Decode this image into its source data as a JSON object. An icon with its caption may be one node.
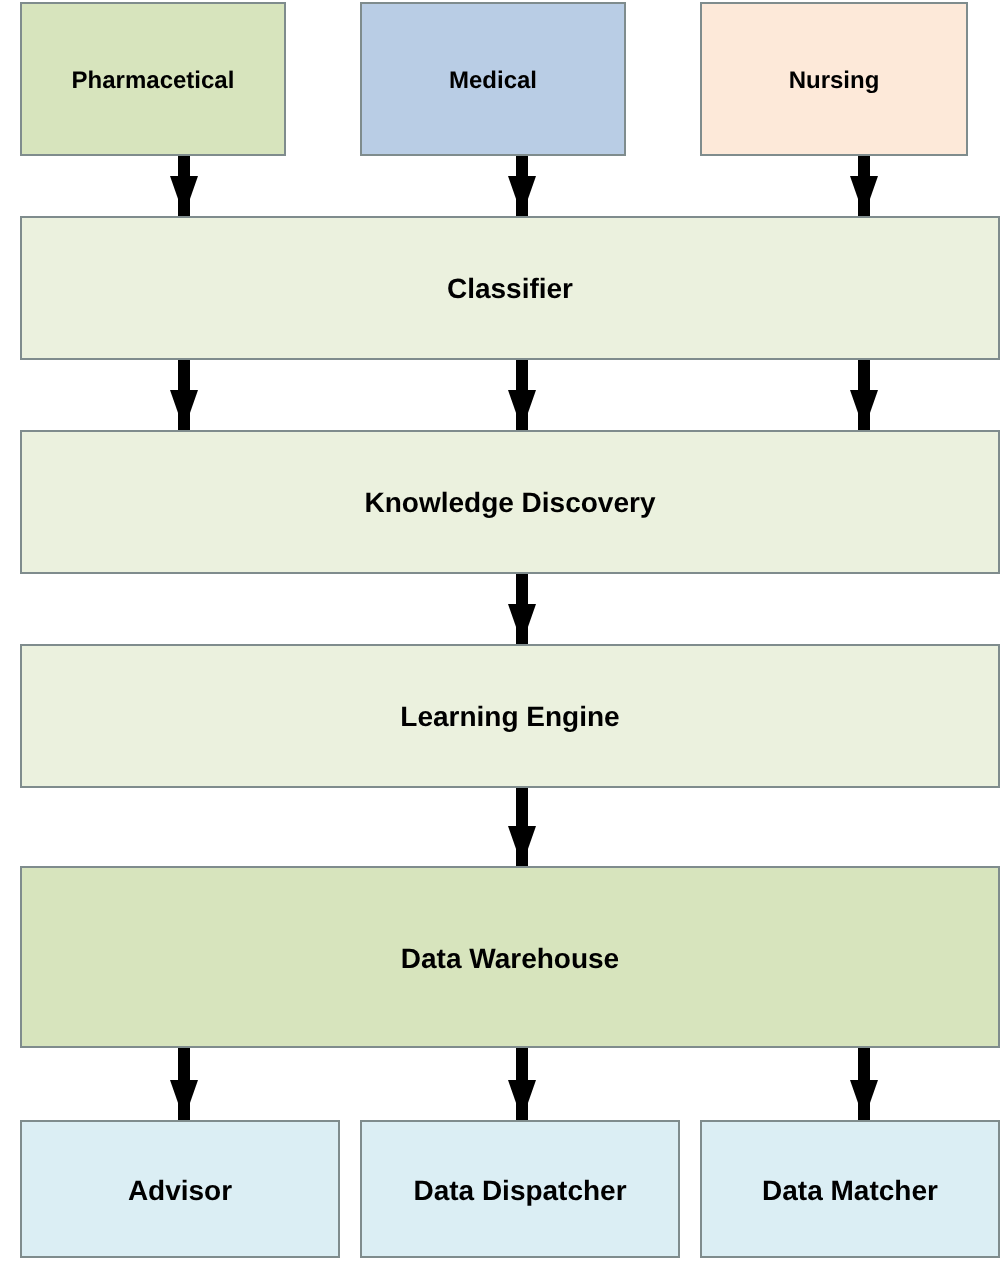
{
  "diagram": {
    "nodes": [
      {
        "text": [
          "Pharmacetical"
        ]
      },
      {
        "text": [
          "Medical"
        ]
      },
      {
        "text": [
          "Nursing"
        ]
      },
      {
        "text": [
          "Classifier"
        ]
      },
      {
        "text": [
          "Knowledge Discovery"
        ]
      },
      {
        "text": [
          "Learning Engine"
        ]
      },
      {
        "text": [
          "Data Warehouse"
        ]
      },
      {
        "text": [
          "Advisor"
        ]
      },
      {
        "text": [
          "Data Dispatcher"
        ]
      },
      {
        "text": [
          "Data Matcher"
        ]
      }
    ],
    "edges": [
      {
        "from": 0,
        "to": 3,
        "arrow": "to"
      },
      {
        "from": 1,
        "to": 3,
        "arrow": "to"
      },
      {
        "from": 2,
        "to": 3,
        "arrow": "to"
      },
      {
        "from": 3,
        "to": 4,
        "arrow": "to"
      },
      {
        "from": 3,
        "to": 4,
        "arrow": "to"
      },
      {
        "from": 3,
        "to": 4,
        "arrow": "to"
      },
      {
        "from": 4,
        "to": 5,
        "arrow": "to"
      },
      {
        "from": 5,
        "to": 6,
        "arrow": "to"
      },
      {
        "from": 6,
        "to": 7,
        "arrow": "to"
      },
      {
        "from": 6,
        "to": 8,
        "arrow": "to"
      },
      {
        "from": 6,
        "to": 9,
        "arrow": "to"
      }
    ]
  }
}
